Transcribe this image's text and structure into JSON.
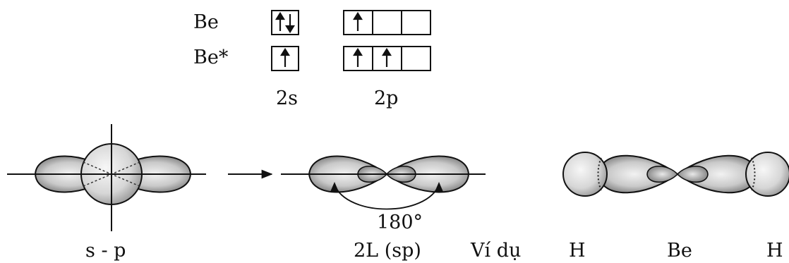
{
  "config": {
    "rows": [
      {
        "label": "Be",
        "s": [
          "up",
          "down"
        ],
        "p": [
          [
            "up"
          ],
          [],
          []
        ]
      },
      {
        "label": "Be*",
        "s": [
          "up"
        ],
        "p": [
          [
            "up"
          ],
          [
            "up"
          ],
          []
        ]
      }
    ],
    "labels": {
      "s": "2s",
      "p": "2p"
    }
  },
  "hybridization": {
    "sp_label": "s - p",
    "angle": "180°",
    "result_label": "2L (sp)",
    "example_label": "Ví dụ",
    "atoms": [
      "H",
      "Be",
      "H"
    ]
  }
}
